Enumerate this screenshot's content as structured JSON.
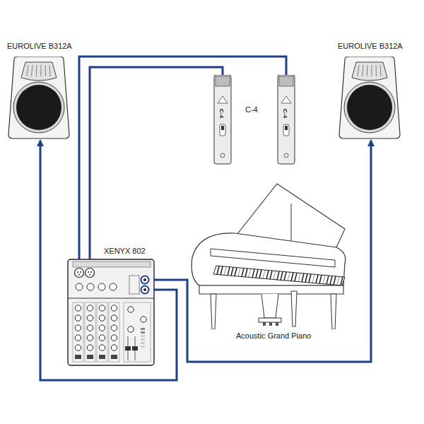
{
  "diagram": {
    "nodes": [
      {
        "text": [
          "EUROLIVE B312A"
        ]
      },
      {
        "text": [
          "C-4"
        ]
      },
      {
        "text": [
          "C-4"
        ]
      },
      {
        "text": [
          "EUROLIVE B312A"
        ]
      },
      {
        "text": [
          "XENYX 802"
        ]
      },
      {
        "text": [
          "Acoustic Grand Piano"
        ]
      }
    ],
    "edges": [
      {
        "from": 4,
        "to": 0,
        "arrow": "to"
      },
      {
        "from": 4,
        "to": 3,
        "arrow": "to"
      },
      {
        "from": 1,
        "to": 4,
        "arrow": "none"
      },
      {
        "from": 2,
        "to": 4,
        "arrow": "none"
      }
    ],
    "labels": [
      "C-4"
    ]
  }
}
